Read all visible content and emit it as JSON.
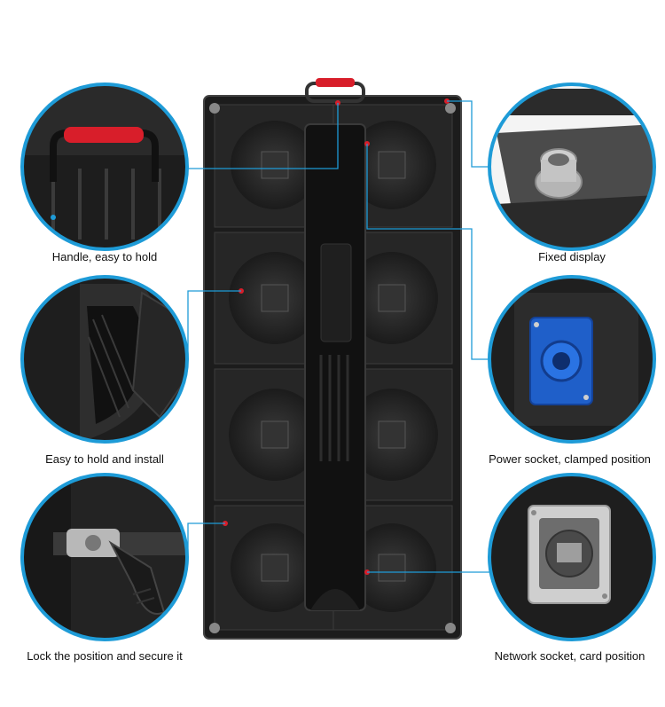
{
  "callouts": {
    "handle": "Handle, easy to hold",
    "fixed": "Fixed display",
    "install": "Easy to hold and install",
    "power": "Power socket, clamped position",
    "lock": "Lock the position and secure it",
    "network": "Network socket, card position"
  },
  "colors": {
    "ring": "#1e9bd7",
    "panel": "#1a1a1a",
    "accent": "#d81e2a",
    "power_connector": "#1f5fc9"
  }
}
